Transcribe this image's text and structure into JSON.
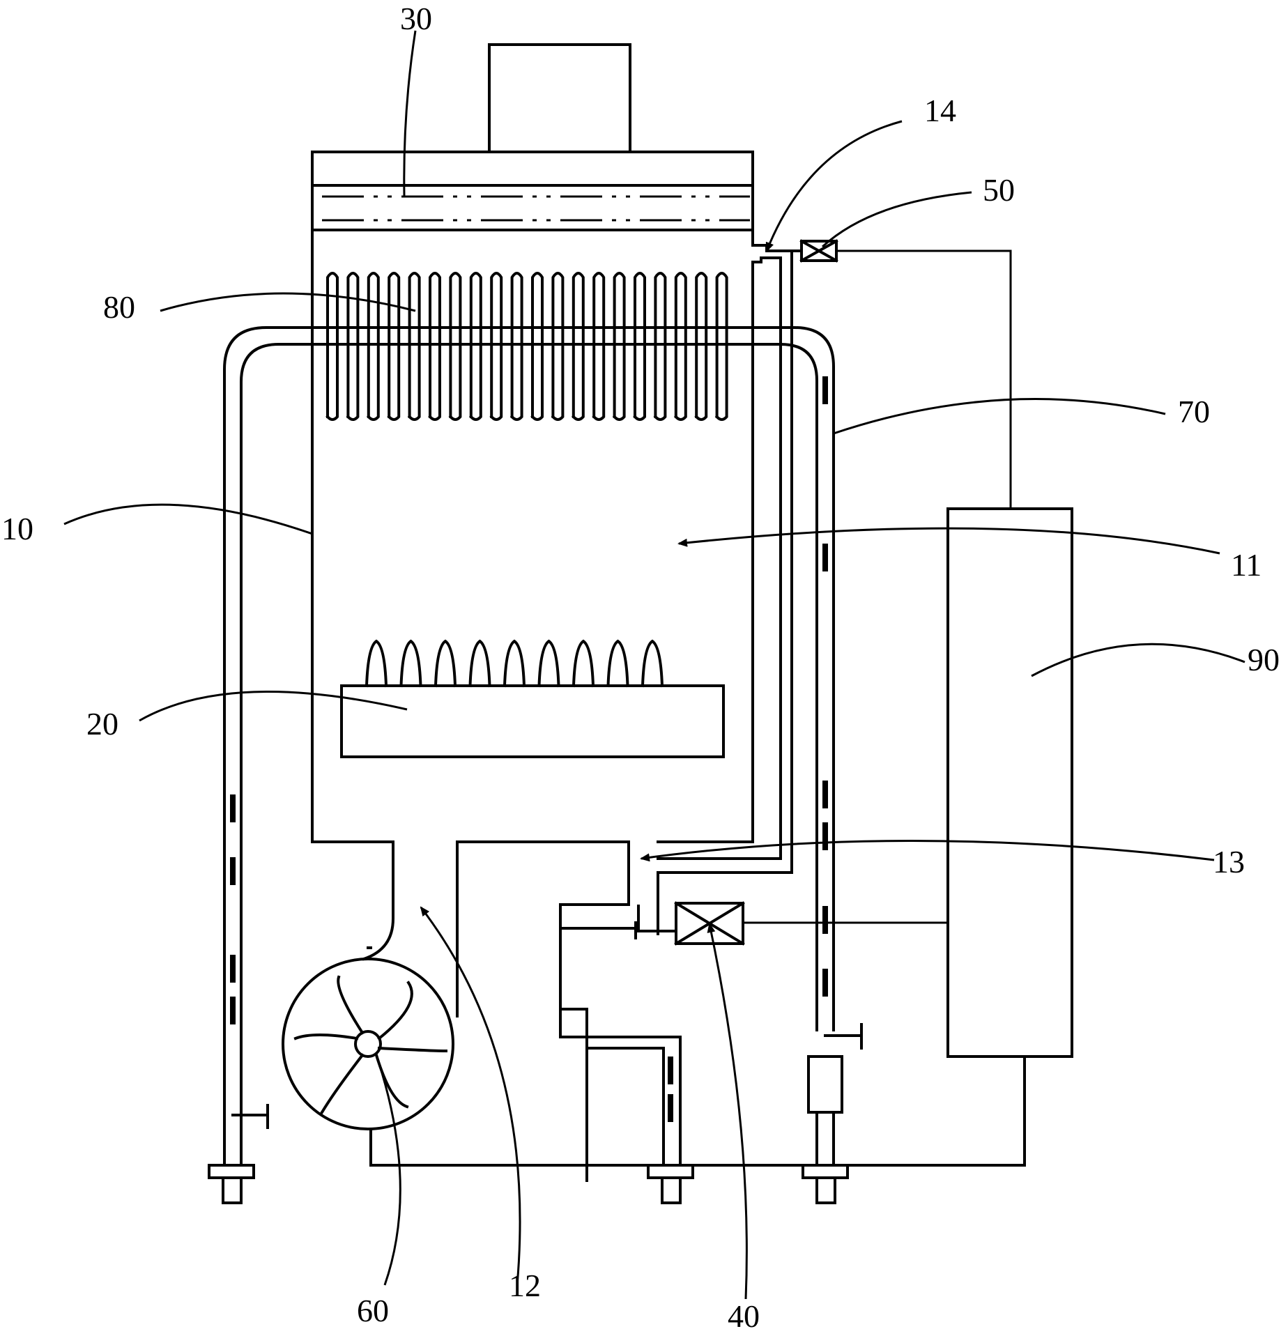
{
  "labels": {
    "l10": "10",
    "l11": "11",
    "l12": "12",
    "l13": "13",
    "l14": "14",
    "l20": "20",
    "l30": "30",
    "l40": "40",
    "l50": "50",
    "l60": "60",
    "l70": "70",
    "l80": "80",
    "l90": "90"
  }
}
